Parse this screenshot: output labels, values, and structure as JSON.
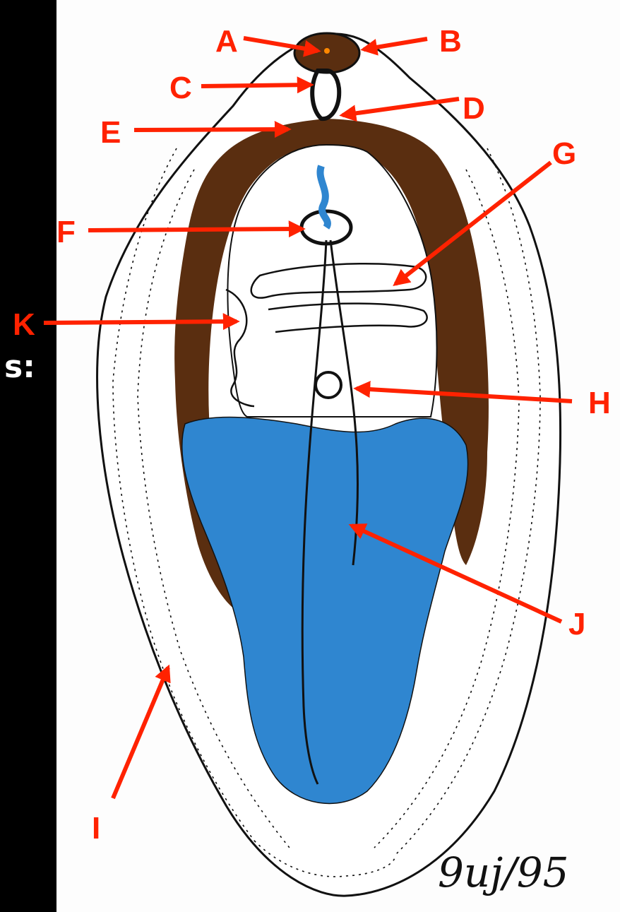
{
  "left_text": "s:",
  "colors": {
    "arrow": "#ff2200",
    "gut": "#5a2e10",
    "uterus": "#2f86d0",
    "line": "#111111"
  },
  "labels": [
    {
      "id": "A",
      "text": "A"
    },
    {
      "id": "B",
      "text": "B"
    },
    {
      "id": "C",
      "text": "C"
    },
    {
      "id": "D",
      "text": "D"
    },
    {
      "id": "E",
      "text": "E"
    },
    {
      "id": "F",
      "text": "F"
    },
    {
      "id": "G",
      "text": "G"
    },
    {
      "id": "H",
      "text": "H"
    },
    {
      "id": "I",
      "text": "I"
    },
    {
      "id": "J",
      "text": "J"
    },
    {
      "id": "K",
      "text": "K"
    }
  ],
  "signature": "9uj/95"
}
